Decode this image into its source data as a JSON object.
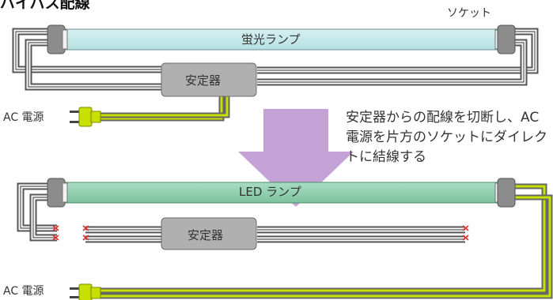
{
  "title": "バイパス配線",
  "socket_label": "ソケット",
  "top": {
    "lamp_label": "蛍光ランプ",
    "ballast_label": "安定器",
    "ac_label": "AC 電源"
  },
  "note": "安定器からの配線を切断し、AC 電源を片方のソケットにダイレクトに結線する",
  "bottom": {
    "lamp_label": "LED ランプ",
    "ballast_label": "安定器",
    "ac_label": "AC 電源"
  },
  "colors": {
    "fluorescent_tube": "#c5e8ea",
    "led_tube": "#8fd0b0",
    "ballast": "#b0b0b0",
    "socket": "#8c8c8c",
    "arrow": "#c5a2d6",
    "live_wire": "#c8e000",
    "cut_mark": "#e03030"
  }
}
